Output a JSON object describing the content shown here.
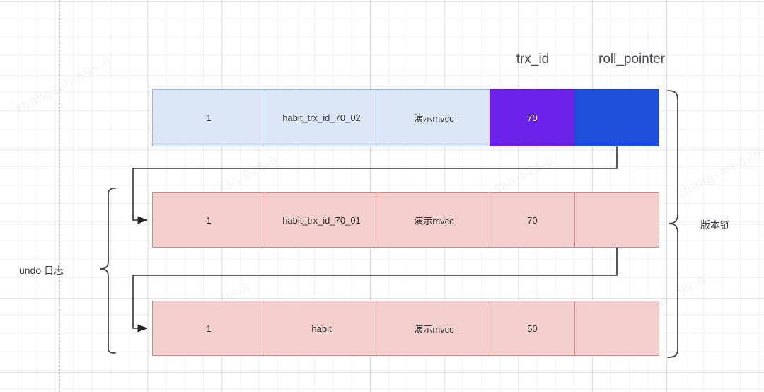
{
  "diagram": {
    "title_labels": {
      "trx_id": "trx_id",
      "roll_pointer": "roll_pointer"
    },
    "side_labels": {
      "undo_log": "undo 日志",
      "version_chain": "版本链"
    },
    "colors": {
      "light_blue_fill": "#dce6f7",
      "light_blue_border": "#9ab4de",
      "purple_fill": "#6b21e8",
      "blue_fill": "#1e4fdb",
      "pink_fill": "#f2cfcd",
      "pink_border": "#c98e8b",
      "connector_stroke": "#333333",
      "brace_stroke": "#444444",
      "grid_line": "#e8e8e8",
      "label_text": "#4a4a55"
    },
    "rows": [
      {
        "style": "current",
        "cells": [
          {
            "text": "1",
            "style": "light"
          },
          {
            "text": "habit_trx_id_70_02",
            "style": "light"
          },
          {
            "text": "演示mvcc",
            "style": "light"
          },
          {
            "text": "70",
            "style": "purple"
          },
          {
            "text": "",
            "style": "blue"
          }
        ]
      },
      {
        "style": "undo",
        "cells": [
          {
            "text": "1",
            "style": "pink"
          },
          {
            "text": "habit_trx_id_70_01",
            "style": "pink"
          },
          {
            "text": "演示mvcc",
            "style": "pink"
          },
          {
            "text": "70",
            "style": "pink"
          },
          {
            "text": "",
            "style": "pink"
          }
        ]
      },
      {
        "style": "undo",
        "cells": [
          {
            "text": "1",
            "style": "pink"
          },
          {
            "text": "habit",
            "style": "pink"
          },
          {
            "text": "演示mvcc",
            "style": "pink"
          },
          {
            "text": "50",
            "style": "pink"
          },
          {
            "text": "",
            "style": "pink"
          }
        ]
      }
    ],
    "watermarks": [
      "zhangsan-698-6",
      "zhangsan-626-6"
    ]
  }
}
